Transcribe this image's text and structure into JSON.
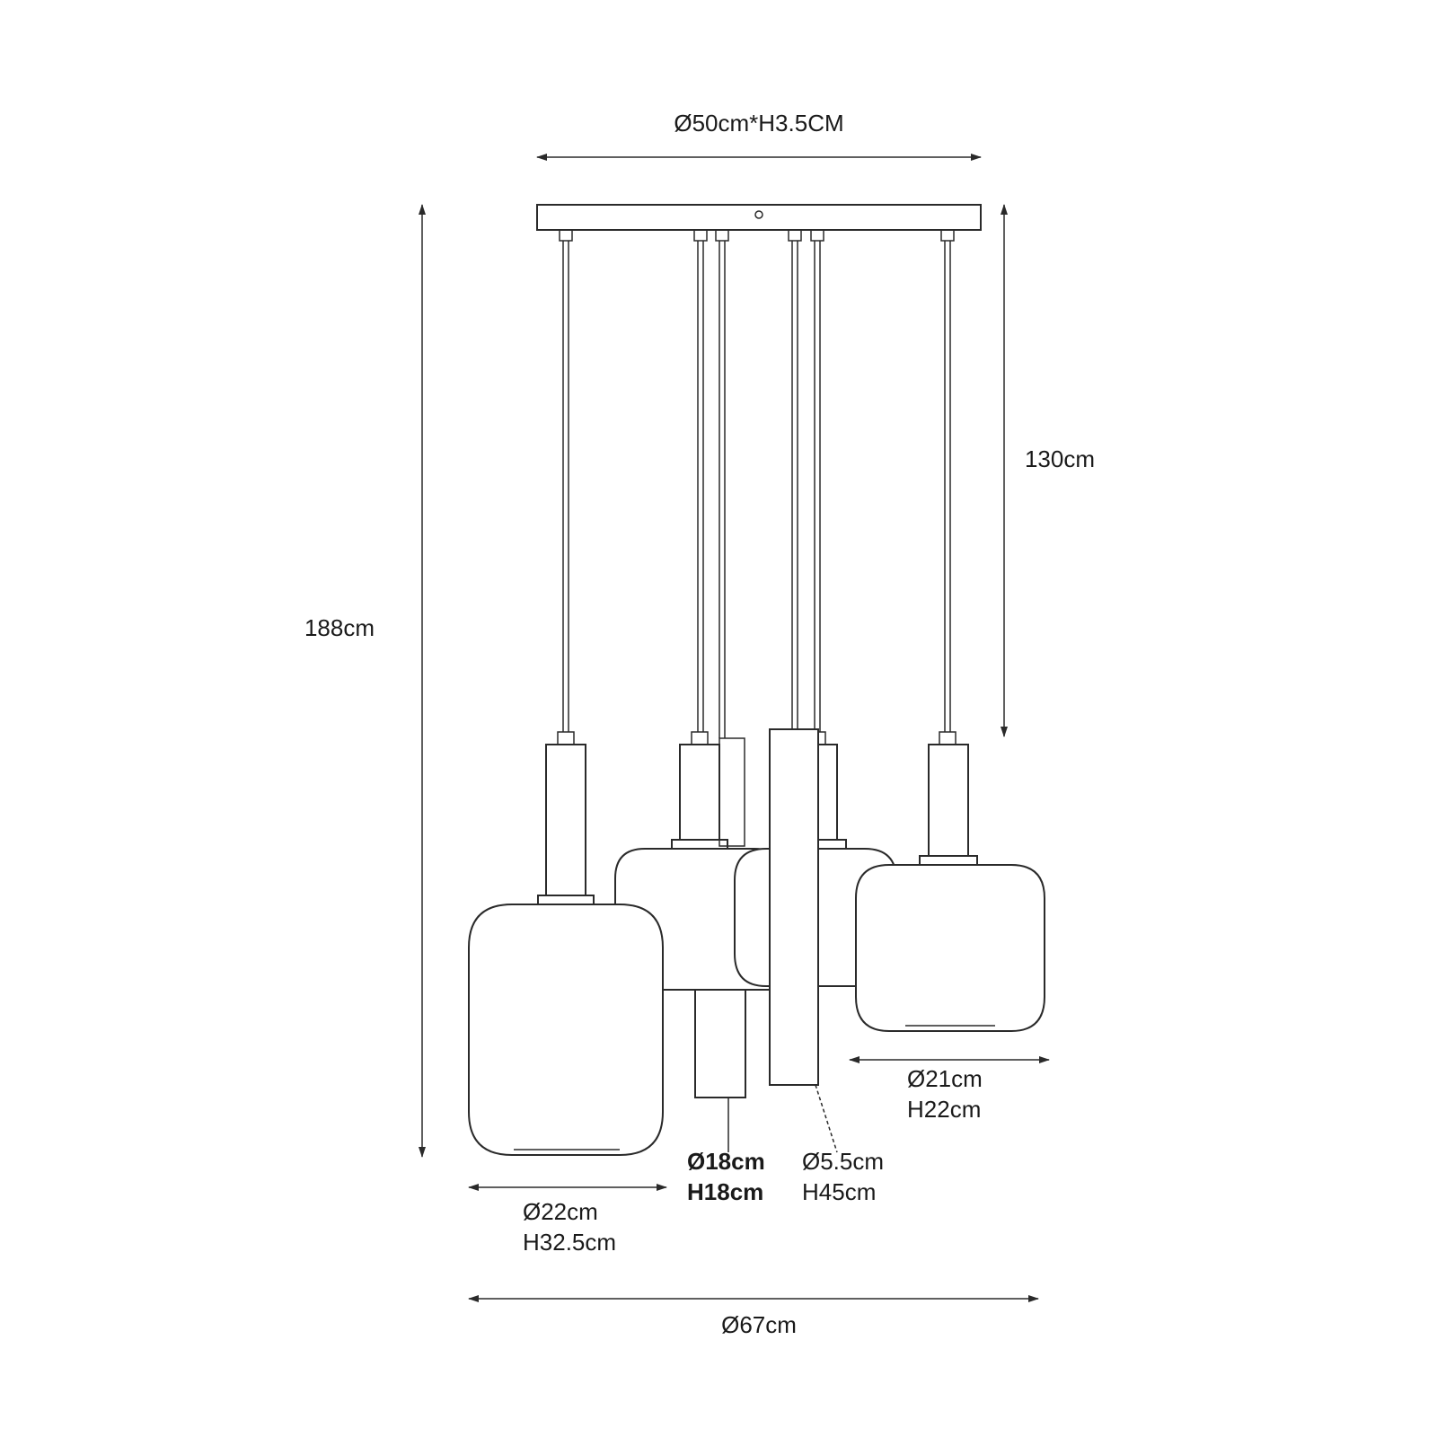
{
  "dimensions": {
    "canopy": "Ø50cm*H3.5CM",
    "cable_length": "130cm",
    "total_height": "188cm",
    "overall_diameter": "Ø67cm",
    "shade_large": {
      "diameter": "Ø22cm",
      "height": "H32.5cm"
    },
    "shade_small_cylinder": {
      "diameter": "Ø18cm",
      "height": "H18cm"
    },
    "shade_tube": {
      "diameter": "Ø5.5cm",
      "height": "H45cm"
    },
    "shade_wide": {
      "diameter": "Ø21cm",
      "height": "H22cm"
    }
  }
}
